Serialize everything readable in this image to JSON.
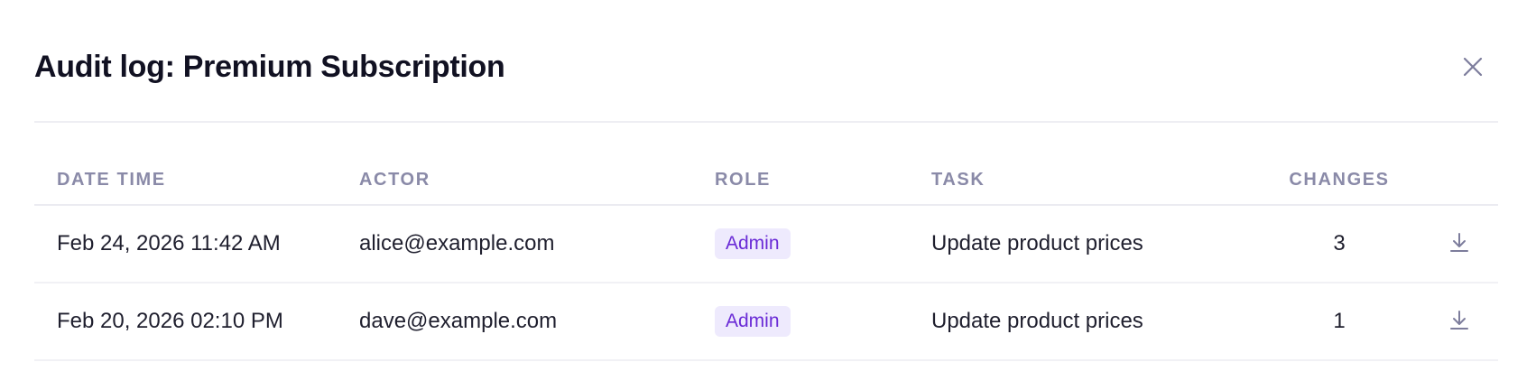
{
  "modal": {
    "title": "Audit log: Premium Subscription",
    "close_icon": "close-icon"
  },
  "table": {
    "columns": [
      {
        "key": "datetime",
        "label": "Date Time"
      },
      {
        "key": "actor",
        "label": "Actor"
      },
      {
        "key": "role",
        "label": "Role"
      },
      {
        "key": "task",
        "label": "Task"
      },
      {
        "key": "changes",
        "label": "Changes"
      }
    ],
    "rows": [
      {
        "datetime": "Feb 24, 2026 11:42 AM",
        "actor": "alice@example.com",
        "role": "Admin",
        "task": "Update product prices",
        "changes": "3",
        "action_icon": "download-icon"
      },
      {
        "datetime": "Feb 20, 2026 02:10 PM",
        "actor": "dave@example.com",
        "role": "Admin",
        "task": "Update product prices",
        "changes": "1",
        "action_icon": "download-icon"
      }
    ]
  },
  "colors": {
    "title": "#111122",
    "header_text": "#8a8aa8",
    "body_text": "#1f1f2e",
    "badge_bg": "#eeeafd",
    "badge_text": "#6a2bd6",
    "icon": "#7d7d9c",
    "divider": "#ebebf1"
  }
}
